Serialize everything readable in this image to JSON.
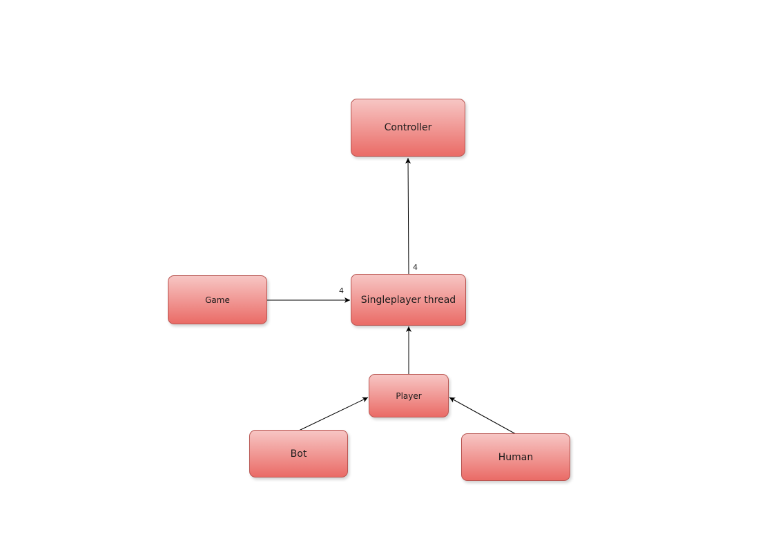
{
  "diagram": {
    "colors": {
      "fill_top": "#f7c6c4",
      "fill_bottom": "#ea6b66",
      "stroke": "#b85450",
      "edge": "#000000"
    },
    "nodes": {
      "controller": "Controller",
      "singleplayer_thread": "Singleplayer thread",
      "game": "Game",
      "player": "Player",
      "bot": "Bot",
      "human": "Human"
    },
    "edge_labels": {
      "thread_to_controller": "4",
      "game_to_thread": "4"
    }
  }
}
